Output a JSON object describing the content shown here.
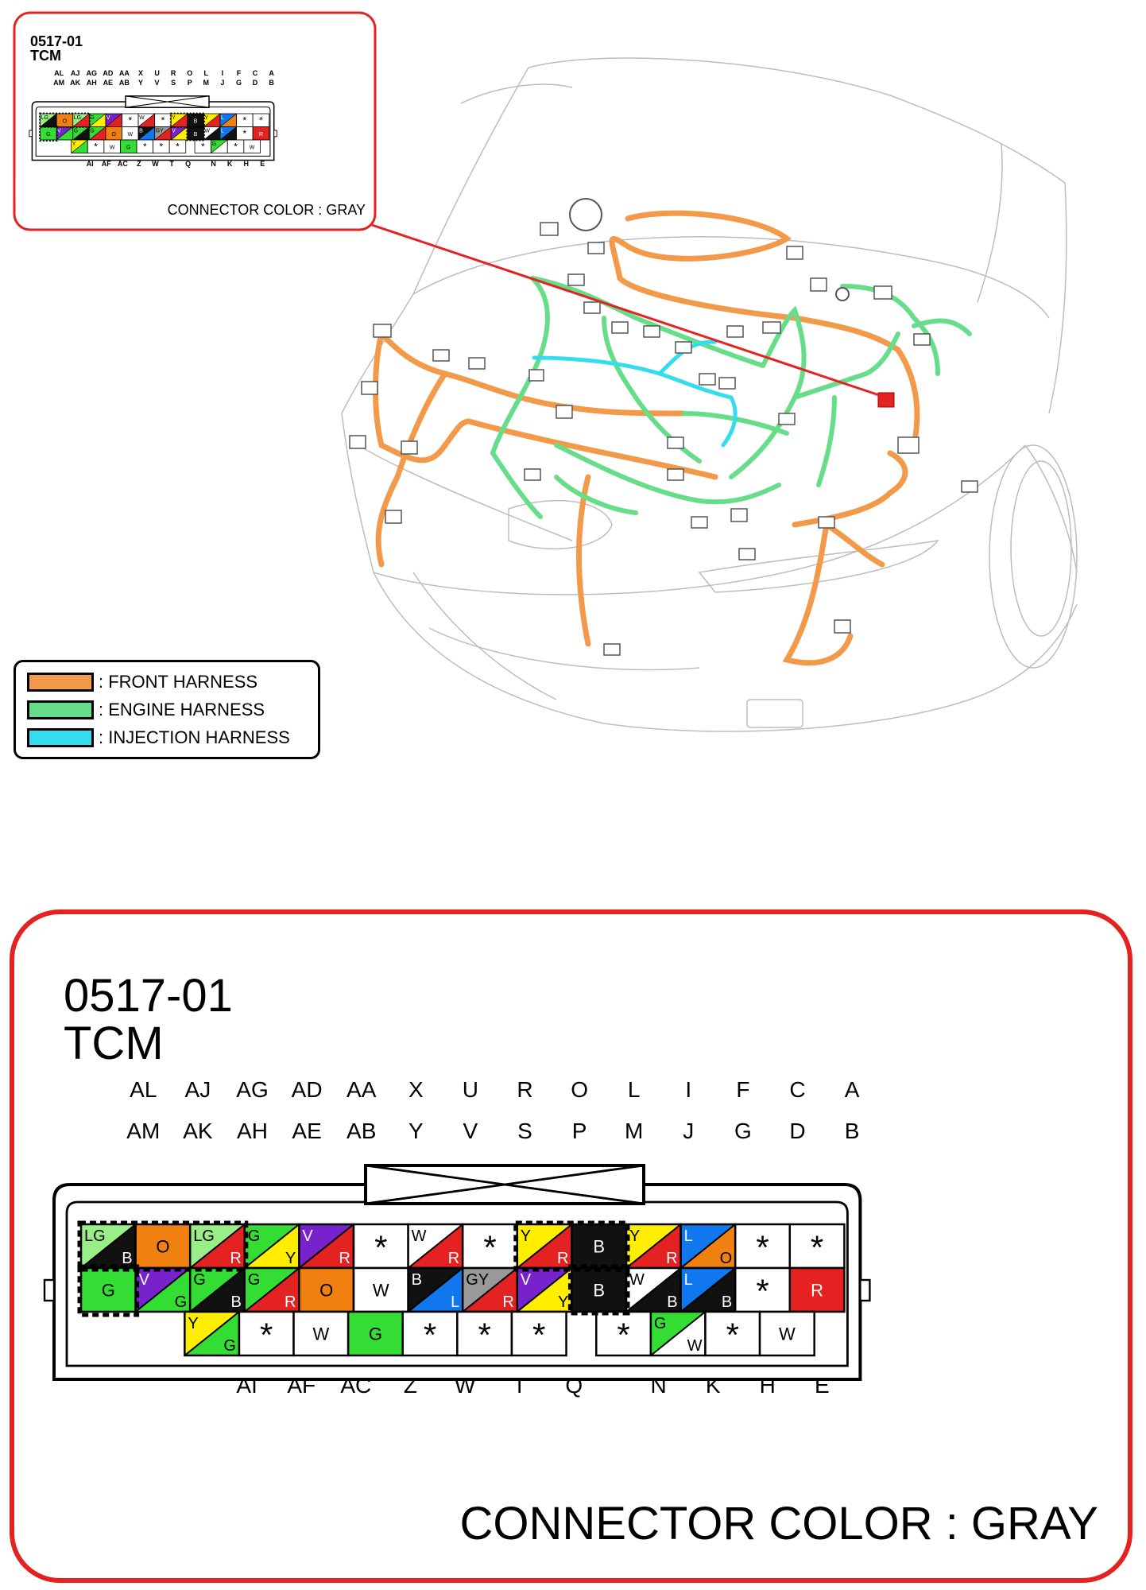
{
  "connector": {
    "code": "0517-01",
    "name": "TCM",
    "color_caption": "CONNECTOR COLOR : GRAY",
    "top_letters_row1": [
      "AL",
      "AJ",
      "AG",
      "AD",
      "AA",
      "X",
      "U",
      "R",
      "O",
      "L",
      "I",
      "F",
      "C",
      "A"
    ],
    "top_letters_row2": [
      "AM",
      "AK",
      "AH",
      "AE",
      "AB",
      "Y",
      "V",
      "S",
      "P",
      "M",
      "J",
      "G",
      "D",
      "B"
    ],
    "bottom_letters": [
      "AI",
      "AF",
      "AC",
      "Z",
      "W",
      "T",
      "Q",
      "N",
      "K",
      "H",
      "E"
    ],
    "row1": [
      {
        "a": "LG",
        "b": "B",
        "ca": "#99ee88",
        "cb": "#111111"
      },
      {
        "a": "O",
        "ca": "#f08010"
      },
      {
        "a": "LG",
        "b": "R",
        "ca": "#99ee88",
        "cb": "#e52222"
      },
      {
        "a": "G",
        "b": "Y",
        "ca": "#33dd33",
        "cb": "#ffee00"
      },
      {
        "a": "V",
        "b": "R",
        "ca": "#7722cc",
        "cb": "#e52222"
      },
      {
        "a": "*",
        "ca": "#ffffff"
      },
      {
        "a": "W",
        "b": "R",
        "ca": "#ffffff",
        "cb": "#e52222"
      },
      {
        "a": "*",
        "ca": "#ffffff"
      },
      {
        "a": "Y",
        "b": "R",
        "ca": "#ffee00",
        "cb": "#e52222"
      },
      {
        "a": "B",
        "ca": "#111111"
      },
      {
        "a": "Y",
        "b": "R",
        "ca": "#ffee00",
        "cb": "#e52222"
      },
      {
        "a": "L",
        "b": "O",
        "ca": "#1177ee",
        "cb": "#f08010"
      },
      {
        "a": "*",
        "ca": "#ffffff"
      },
      {
        "a": "*",
        "ca": "#ffffff"
      }
    ],
    "row2": [
      {
        "a": "G",
        "ca": "#33dd33"
      },
      {
        "a": "V",
        "b": "G",
        "ca": "#7722cc",
        "cb": "#33dd33"
      },
      {
        "a": "G",
        "b": "B",
        "ca": "#33dd33",
        "cb": "#111111"
      },
      {
        "a": "G",
        "b": "R",
        "ca": "#33dd33",
        "cb": "#e52222"
      },
      {
        "a": "O",
        "ca": "#f08010"
      },
      {
        "a": "W",
        "ca": "#ffffff"
      },
      {
        "a": "B",
        "b": "L",
        "ca": "#111111",
        "cb": "#1177ee"
      },
      {
        "a": "GY",
        "b": "R",
        "ca": "#999999",
        "cb": "#e52222"
      },
      {
        "a": "V",
        "b": "Y",
        "ca": "#7722cc",
        "cb": "#ffee00"
      },
      {
        "a": "B",
        "ca": "#111111"
      },
      {
        "a": "W",
        "b": "B",
        "ca": "#ffffff",
        "cb": "#111111"
      },
      {
        "a": "L",
        "b": "B",
        "ca": "#1177ee",
        "cb": "#111111"
      },
      {
        "a": "*",
        "ca": "#ffffff"
      },
      {
        "a": "R",
        "ca": "#e52222"
      }
    ],
    "row3": [
      {
        "a": "Y",
        "b": "G",
        "ca": "#ffee00",
        "cb": "#33dd33"
      },
      {
        "a": "*",
        "ca": "#ffffff"
      },
      {
        "a": "W",
        "ca": "#ffffff"
      },
      {
        "a": "G",
        "ca": "#33dd33"
      },
      {
        "a": "*",
        "ca": "#ffffff"
      },
      {
        "a": "*",
        "ca": "#ffffff"
      },
      {
        "a": "*",
        "ca": "#ffffff"
      },
      {
        "a": "*",
        "ca": "#ffffff"
      },
      {
        "a": "G",
        "b": "W",
        "ca": "#33dd33",
        "cb": "#ffffff"
      },
      {
        "a": "*",
        "ca": "#ffffff"
      },
      {
        "a": "W",
        "ca": "#ffffff"
      }
    ]
  },
  "legend": {
    "items": [
      {
        "label": ": FRONT HARNESS",
        "color": "#f29a4a"
      },
      {
        "label": ": ENGINE HARNESS",
        "color": "#66dd88"
      },
      {
        "label": ": INJECTION HARNESS",
        "color": "#33ddee"
      }
    ]
  },
  "colors": {
    "callout_border": "#e52222",
    "front_harness": "#f29a4a",
    "engine_harness": "#66dd88",
    "injection_harness": "#33ddee",
    "location_marker": "#e52222"
  }
}
